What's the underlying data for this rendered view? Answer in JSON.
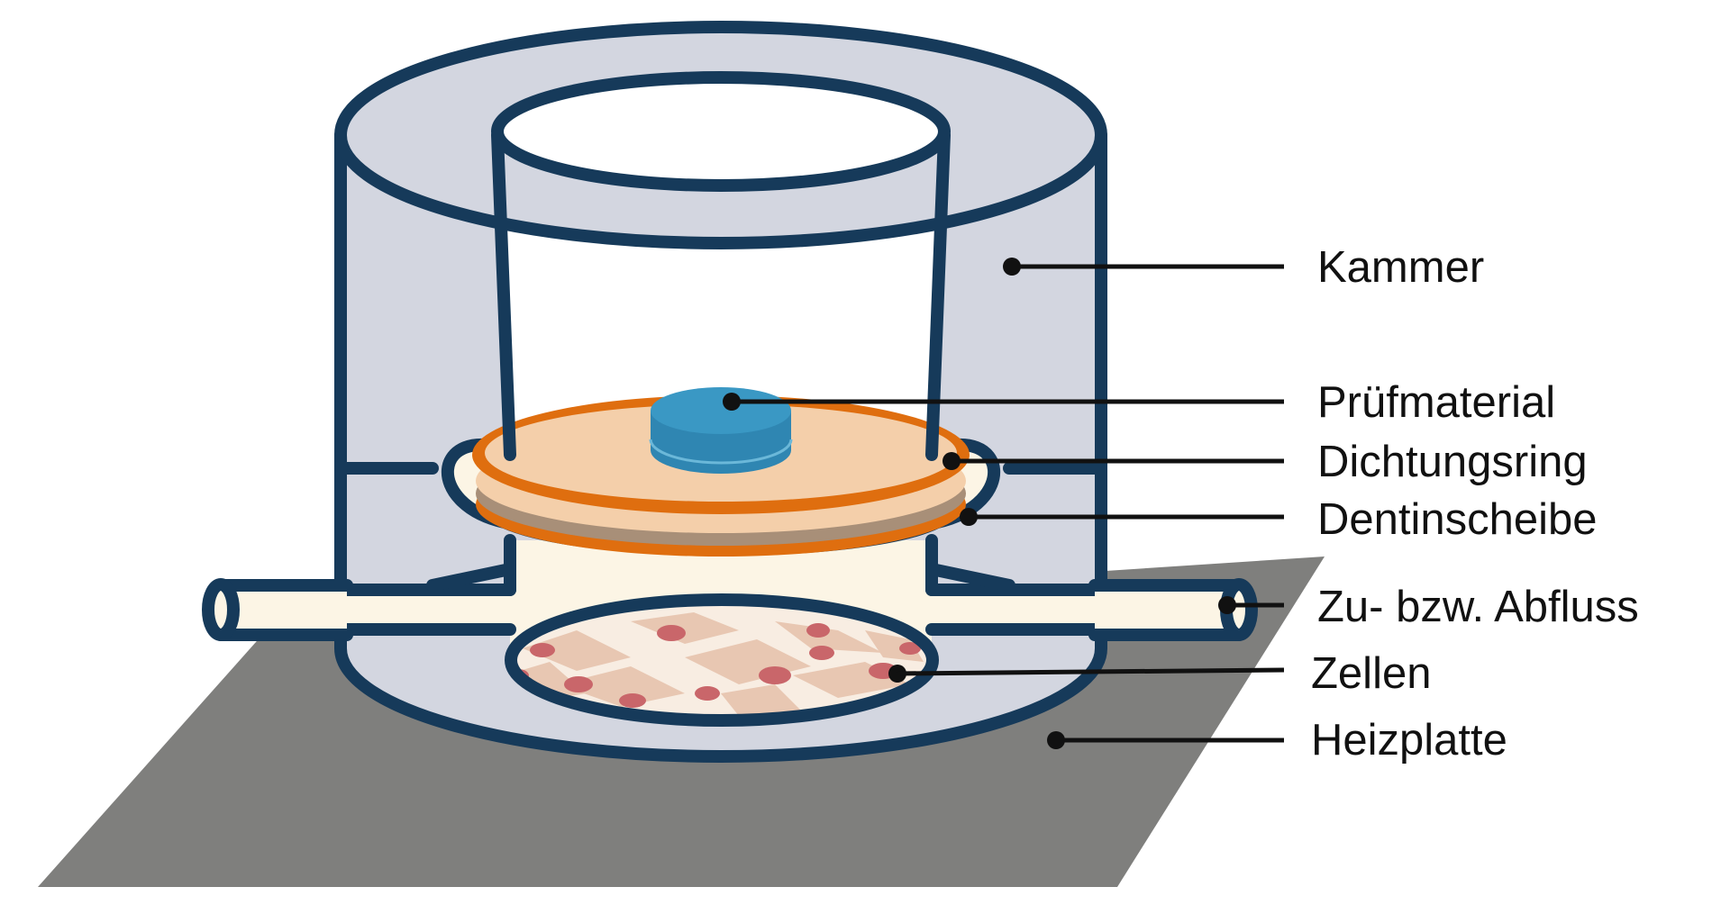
{
  "diagram": {
    "labels": {
      "kammer": "Kammer",
      "pruefmaterial": "Prüfmaterial",
      "dichtungsring": "Dichtungsring",
      "dentinscheibe": "Dentinscheibe",
      "zufluss_abfluss": "Zu- bzw. Abfluss",
      "zellen": "Zellen",
      "heizplatte": "Heizplatte"
    },
    "colors": {
      "chamber_fill": "#d3d6e0",
      "outline": "#163a5a",
      "heating_plate": "#7f7f7d",
      "sealing_ring": "#df6e0f",
      "dentin_disc": "#f4cfaa",
      "dentin_edge": "#a88f78",
      "test_material": "#3a98c4",
      "tube": "#fcf5e5",
      "cells_background": "#f8ede2",
      "cell_body": "#e8c7b2",
      "cell_nucleus": "#c9666a",
      "label_text": "#111111"
    }
  }
}
